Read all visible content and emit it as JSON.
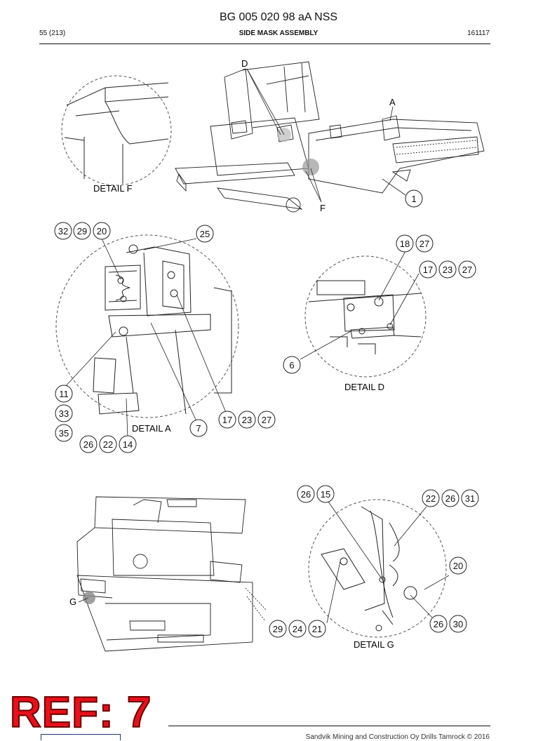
{
  "header": {
    "doc_code": "BG 005 020 98 aA NSS",
    "page": "55 (213)",
    "title": "SIDE MASK ASSEMBLY",
    "date": "161117"
  },
  "details": {
    "f": "DETAIL F",
    "a": "DETAIL A",
    "d": "DETAIL D",
    "g": "DETAIL G"
  },
  "view_letters": {
    "d": "D",
    "a": "A",
    "f": "F",
    "g": "G"
  },
  "callouts": {
    "main": [
      "1"
    ],
    "detail_a": [
      "32",
      "29",
      "20",
      "25",
      "11",
      "33",
      "35",
      "26",
      "22",
      "14",
      "7",
      "17",
      "23",
      "27"
    ],
    "detail_d": [
      "18",
      "27",
      "17",
      "23",
      "27",
      "6"
    ],
    "detail_g": [
      "26",
      "15",
      "22",
      "26",
      "31",
      "20",
      "26",
      "30",
      "29",
      "24",
      "21"
    ]
  },
  "watermark": "REF: 7",
  "footer": "Sandvik Mining and Construction Oy Drills Tamrock © 2016"
}
